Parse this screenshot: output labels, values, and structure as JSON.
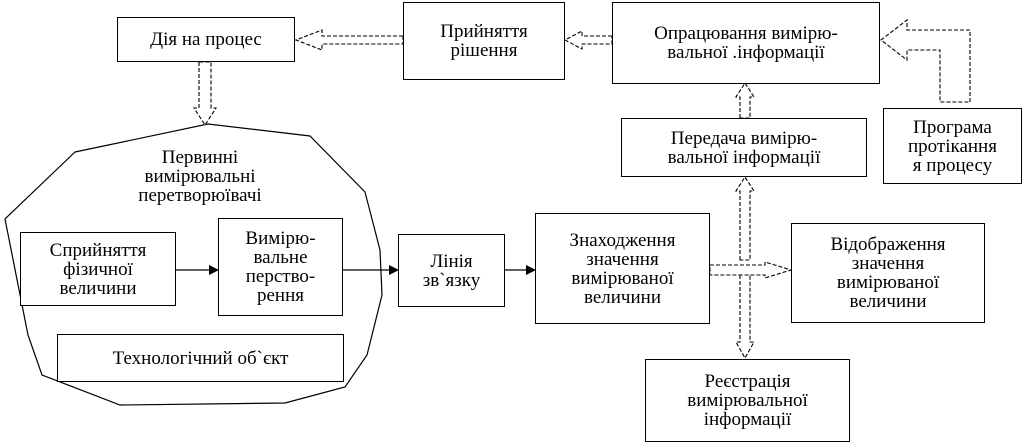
{
  "diagram": {
    "blocks": {
      "process_action": "Дія на процес",
      "decision": "Прийняття\nрішення",
      "processing": "Опрацювання вимірю-\nвальної .інформації",
      "program": "Програма\nпротікання\nя процесу",
      "transmission": "Передача вимірю-\nвальної інформації",
      "primary_converters": "Первинні\nвимірювальні\nперетворюївачі",
      "perception": "Сприйняття\nфізичної\nвеличини",
      "measuring_conversion": "Вимірю-\nвальне\nперство-\nрення",
      "comm_line": "Лінія\nзв`язку",
      "finding_value": "Знаходження\nзначення\nвимірюваної\nвеличини",
      "display_value": "Відображення\nзначення\nвимірюваної\nвеличини",
      "tech_object": "Технологічний об`єкт",
      "registration": "Реєстрація\nвимірювальної\nінформації"
    }
  }
}
